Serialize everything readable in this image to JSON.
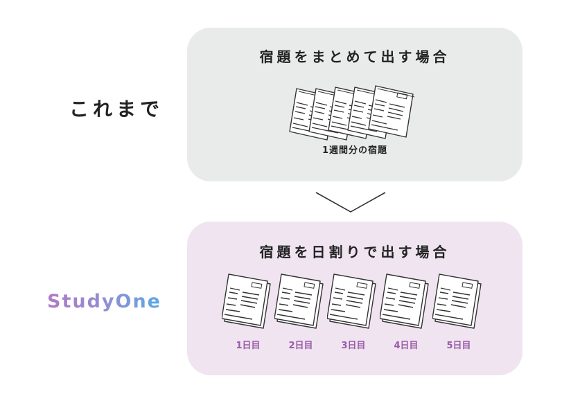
{
  "before": {
    "side_label": "これまで",
    "title": "宿題をまとめて出す場合",
    "caption": "1週間分の宿題"
  },
  "after": {
    "brand": "StudyOne",
    "title": "宿題を日割りで出す場合",
    "days": [
      "1日目",
      "2日目",
      "3日目",
      "4日目",
      "5日目"
    ]
  },
  "colors": {
    "before_panel": "#e9eaea",
    "after_panel": "#efe4f0",
    "day_label": "#9a5aa8",
    "brand_gradient_start": "#b07bc6",
    "brand_gradient_end": "#5aa9e6"
  },
  "icons": [
    "worksheet-icon",
    "chevron-down-icon"
  ]
}
